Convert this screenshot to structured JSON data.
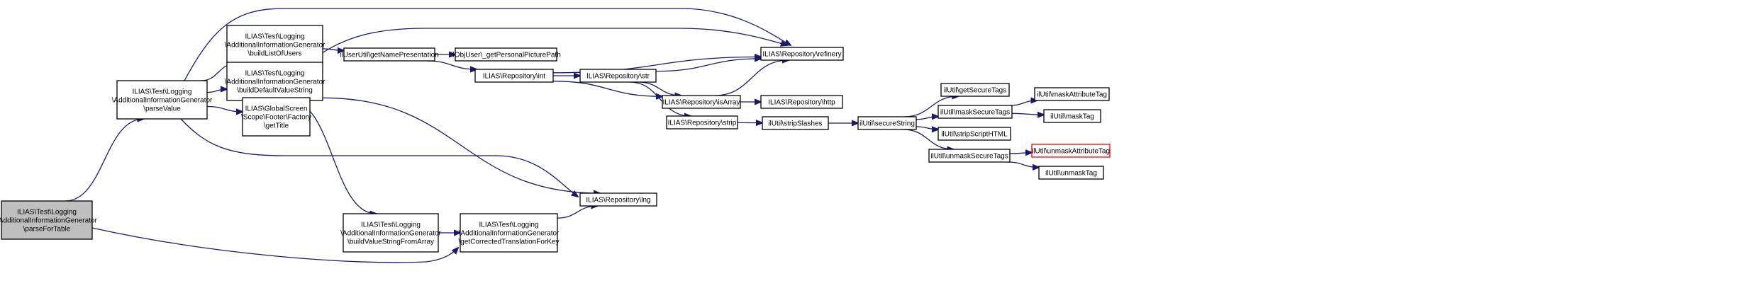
{
  "nodes": [
    {
      "id": "parseForTable",
      "lines": [
        "ILIAS\\Test\\Logging",
        "\\AdditionalInformationGenerator",
        "\\parseForTable"
      ],
      "style": "root"
    },
    {
      "id": "parseValue",
      "lines": [
        "ILIAS\\Test\\Logging",
        "\\AdditionalInformationGenerator",
        "\\parseValue"
      ],
      "style": "normal"
    },
    {
      "id": "buildListOfUsers",
      "lines": [
        "ILIAS\\Test\\Logging",
        "\\AdditionalInformationGenerator",
        "\\buildListOfUsers"
      ],
      "style": "normal"
    },
    {
      "id": "buildDefaultValueString",
      "lines": [
        "ILIAS\\Test\\Logging",
        "\\AdditionalInformationGenerator",
        "\\buildDefaultValueString"
      ],
      "style": "normal"
    },
    {
      "id": "footerGetTitle",
      "lines": [
        "ILIAS\\GlobalScreen",
        "\\Scope\\Footer\\Factory",
        "\\getTitle"
      ],
      "style": "normal"
    },
    {
      "id": "buildValueStringFromArray",
      "lines": [
        "ILIAS\\Test\\Logging",
        "\\AdditionalInformationGenerator",
        "\\buildValueStringFromArray"
      ],
      "style": "normal"
    },
    {
      "id": "getCorrectedTranslationForKey",
      "lines": [
        "ILIAS\\Test\\Logging",
        "\\AdditionalInformationGenerator",
        "\\getCorrectedTranslationForKey"
      ],
      "style": "normal"
    },
    {
      "id": "getNamePresentation",
      "lines": [
        "ilUserUtil\\getNamePresentation"
      ],
      "style": "normal"
    },
    {
      "id": "getPersonalPicturePath",
      "lines": [
        "ilObjUser\\_getPersonalPicturePath"
      ],
      "style": "normal"
    },
    {
      "id": "repoInt",
      "lines": [
        "ILIAS\\Repository\\int"
      ],
      "style": "normal"
    },
    {
      "id": "repoStr",
      "lines": [
        "ILIAS\\Repository\\str"
      ],
      "style": "normal"
    },
    {
      "id": "repoIsArray",
      "lines": [
        "ILIAS\\Repository\\isArray"
      ],
      "style": "normal"
    },
    {
      "id": "repoStrip",
      "lines": [
        "ILIAS\\Repository\\strip"
      ],
      "style": "normal"
    },
    {
      "id": "repoLng",
      "lines": [
        "ILIAS\\Repository\\lng"
      ],
      "style": "normal"
    },
    {
      "id": "repoRefinery",
      "lines": [
        "ILIAS\\Repository\\refinery"
      ],
      "style": "normal"
    },
    {
      "id": "repoHttp",
      "lines": [
        "ILIAS\\Repository\\http"
      ],
      "style": "normal"
    },
    {
      "id": "stripSlashes",
      "lines": [
        "ilUtil\\stripSlashes"
      ],
      "style": "normal"
    },
    {
      "id": "secureString",
      "lines": [
        "ilUtil\\secureString"
      ],
      "style": "normal"
    },
    {
      "id": "getSecureTags",
      "lines": [
        "ilUtil\\getSecureTags"
      ],
      "style": "normal"
    },
    {
      "id": "maskSecureTags",
      "lines": [
        "ilUtil\\maskSecureTags"
      ],
      "style": "normal"
    },
    {
      "id": "stripScriptHTML",
      "lines": [
        "ilUtil\\stripScriptHTML"
      ],
      "style": "normal"
    },
    {
      "id": "unmaskSecureTags",
      "lines": [
        "ilUtil\\unmaskSecureTags"
      ],
      "style": "normal"
    },
    {
      "id": "maskAttributeTag",
      "lines": [
        "ilUtil\\maskAttributeTag"
      ],
      "style": "normal"
    },
    {
      "id": "maskTag",
      "lines": [
        "ilUtil\\maskTag"
      ],
      "style": "normal"
    },
    {
      "id": "unmaskAttributeTag",
      "lines": [
        "ilUtil\\unmaskAttributeTag"
      ],
      "style": "truncated"
    },
    {
      "id": "unmaskTag",
      "lines": [
        "ilUtil\\unmaskTag"
      ],
      "style": "normal"
    }
  ],
  "edges": [
    {
      "from": "parseForTable",
      "to": "parseValue"
    },
    {
      "from": "parseForTable",
      "to": "getCorrectedTranslationForKey"
    },
    {
      "from": "parseValue",
      "to": "buildListOfUsers"
    },
    {
      "from": "parseValue",
      "to": "buildDefaultValueString"
    },
    {
      "from": "parseValue",
      "to": "footerGetTitle"
    },
    {
      "from": "parseValue",
      "to": "repoRefinery"
    },
    {
      "from": "parseValue",
      "to": "repoLng"
    },
    {
      "from": "buildListOfUsers",
      "to": "getNamePresentation"
    },
    {
      "from": "buildDefaultValueString",
      "to": "repoRefinery"
    },
    {
      "from": "buildDefaultValueString",
      "to": "buildValueStringFromArray"
    },
    {
      "from": "buildDefaultValueString",
      "to": "repoLng"
    },
    {
      "from": "buildValueStringFromArray",
      "to": "getCorrectedTranslationForKey"
    },
    {
      "from": "getCorrectedTranslationForKey",
      "to": "repoLng"
    },
    {
      "from": "getNamePresentation",
      "to": "getPersonalPicturePath"
    },
    {
      "from": "getNamePresentation",
      "to": "repoInt"
    },
    {
      "from": "repoInt",
      "to": "repoRefinery"
    },
    {
      "from": "repoInt",
      "to": "repoStr"
    },
    {
      "from": "repoInt",
      "to": "repoIsArray"
    },
    {
      "from": "repoStr",
      "to": "repoRefinery"
    },
    {
      "from": "repoStr",
      "to": "repoIsArray"
    },
    {
      "from": "repoStr",
      "to": "repoStrip"
    },
    {
      "from": "repoIsArray",
      "to": "repoRefinery"
    },
    {
      "from": "repoIsArray",
      "to": "repoHttp"
    },
    {
      "from": "repoStrip",
      "to": "stripSlashes"
    },
    {
      "from": "stripSlashes",
      "to": "secureString"
    },
    {
      "from": "secureString",
      "to": "getSecureTags"
    },
    {
      "from": "secureString",
      "to": "maskSecureTags"
    },
    {
      "from": "secureString",
      "to": "stripScriptHTML"
    },
    {
      "from": "secureString",
      "to": "unmaskSecureTags"
    },
    {
      "from": "maskSecureTags",
      "to": "maskAttributeTag"
    },
    {
      "from": "maskSecureTags",
      "to": "maskTag"
    },
    {
      "from": "unmaskSecureTags",
      "to": "unmaskAttributeTag"
    },
    {
      "from": "unmaskSecureTags",
      "to": "unmaskTag"
    }
  ],
  "colors": {
    "edge": "#191970",
    "root_fill": "#bfbfbf",
    "node_border": "#000000",
    "truncated_border": "#ff0000"
  }
}
